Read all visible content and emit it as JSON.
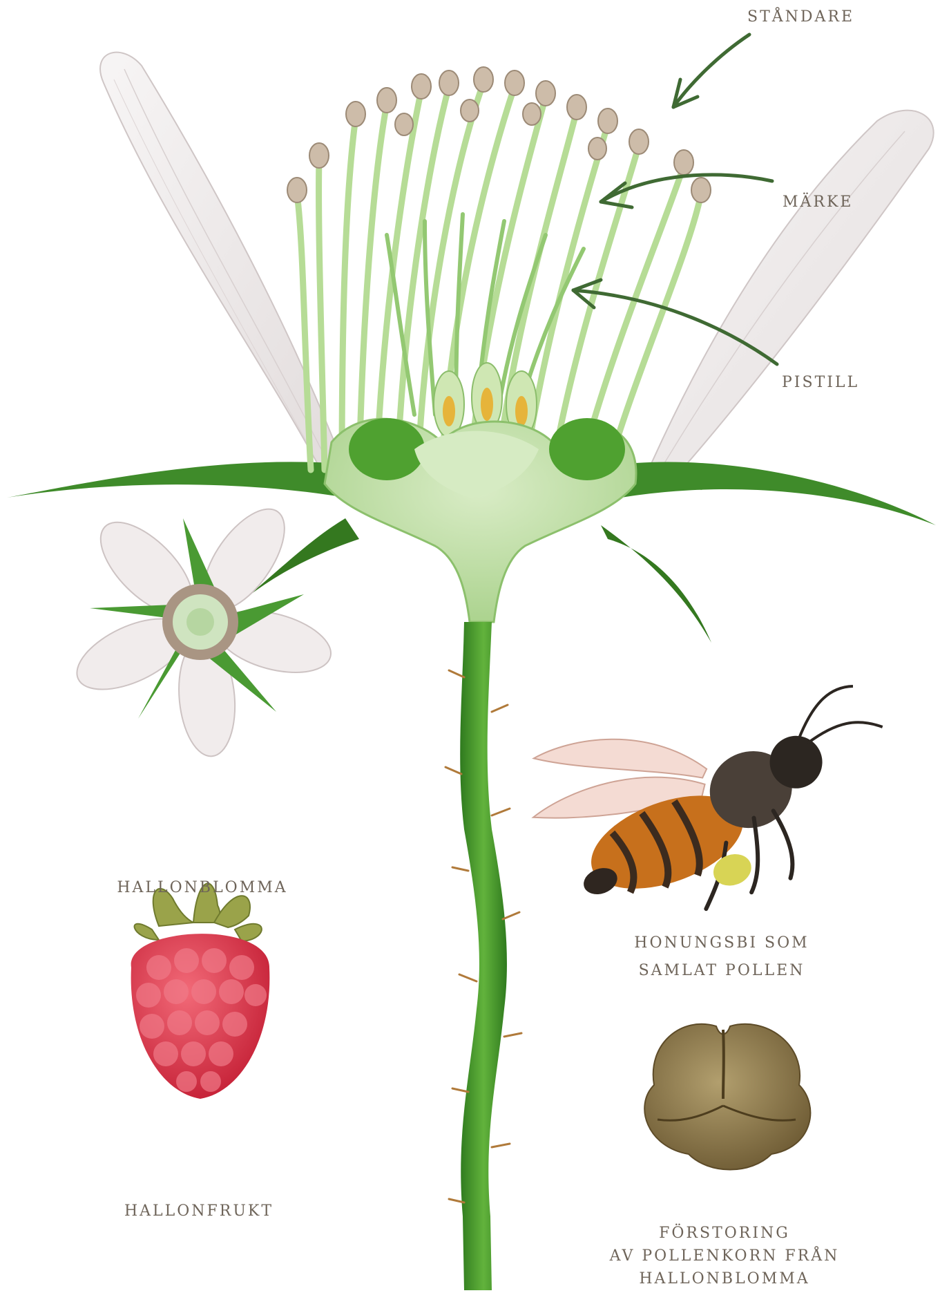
{
  "labels": {
    "standare": "STÅNDARE",
    "marke": "MÄRKE",
    "pistill": "PISTILL",
    "hallonblomma": "HALLONBLOMMA",
    "honungsbi_line1": "HONUNGSBI SOM",
    "honungsbi_line2": "SAMLAT POLLEN",
    "hallonfrukt": "HALLONFRUKT",
    "pollen_line1": "FÖRSTORING",
    "pollen_line2": "AV POLLENKORN FRÅN",
    "pollen_line3": "HALLONBLOMMA"
  },
  "colors": {
    "label_text": "#6e6459",
    "arrow": "#3f6a33",
    "stem": "#4f9e2e",
    "sepal": "#3e8a2a",
    "receptacle": "#c9e2b0",
    "stamen_filament": "#bfe0a0",
    "anther": "#c9b9a6",
    "petal": "#f1eeee",
    "raspberry": "#e23a4c",
    "pollen": "#8e7a4c",
    "bee_abdomen": "#c7701c",
    "bee_thorax": "#4a4038",
    "bee_wing": "#f0d2c8"
  }
}
